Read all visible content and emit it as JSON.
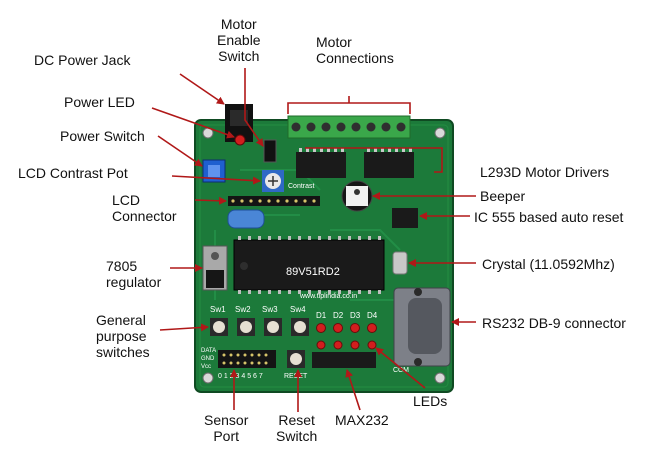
{
  "board": {
    "mcu_marking": "89V51RD2",
    "website": "www.tiplindia.co.in",
    "switch_labels": [
      "Sw1",
      "Sw2",
      "Sw3",
      "Sw4"
    ],
    "led_labels": [
      "D1",
      "D2",
      "D3",
      "D4"
    ],
    "contrast_silk": "Contrast",
    "reset_silk": "RESET",
    "ccm_silk": "CCM",
    "polarity_plus": "+",
    "polarity_minus": "−",
    "port_labels": [
      "DATA",
      "GND",
      "Vcc"
    ],
    "port_numbers": "0 1 2 3 4 5 6 7"
  },
  "labels": {
    "motor_enable": [
      "Motor",
      "Enable",
      "Switch"
    ],
    "motor_connections": [
      "Motor",
      "Connections"
    ],
    "dc_power_jack": "DC Power Jack",
    "power_led": "Power LED",
    "power_switch": "Power Switch",
    "lcd_contrast_pot": "LCD Contrast Pot",
    "lcd_connector": [
      "LCD",
      "Connector"
    ],
    "l293d": "L293D Motor Drivers",
    "beeper": "Beeper",
    "ic555": "IC 555 based auto reset",
    "regulator": [
      "7805",
      "regulator"
    ],
    "crystal": "Crystal (11.0592Mhz)",
    "gp_switches": [
      "General",
      "purpose",
      "switches"
    ],
    "rs232": "RS232 DB-9 connector",
    "leds": "LEDs",
    "sensor_port": [
      "Sensor",
      "Port"
    ],
    "reset_switch": [
      "Reset",
      "Switch"
    ],
    "max232": "MAX232"
  },
  "colors": {
    "pcb": "#1c7a3a",
    "arrow": "#b01818",
    "terminal": "#3aa74a",
    "chip": "#1a1a1a",
    "db9": "#7d8088",
    "led_red": "#d21e1e"
  }
}
